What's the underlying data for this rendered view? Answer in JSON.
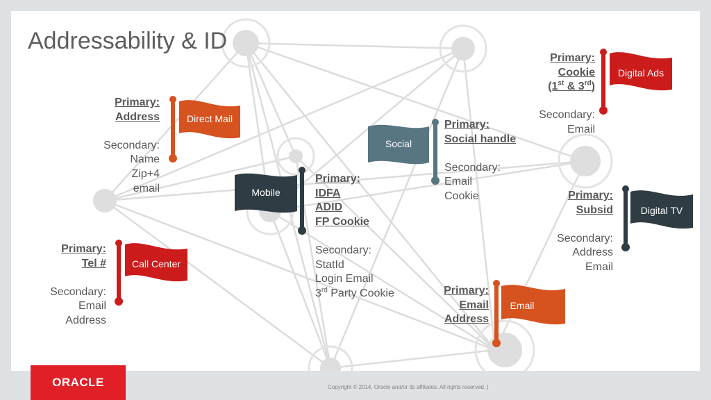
{
  "slide": {
    "title": "Addressability & ID"
  },
  "flags": {
    "direct_mail": {
      "label": "Direct Mail",
      "color": "#d6521e"
    },
    "call_center": {
      "label": "Call Center",
      "color": "#cc1b1b"
    },
    "mobile": {
      "label": "Mobile",
      "color": "#2f3c44"
    },
    "social": {
      "label": "Social",
      "color": "#587582"
    },
    "digital_ads": {
      "label": "Digital Ads",
      "color": "#cc1b1b"
    },
    "digital_tv": {
      "label": "Digital TV",
      "color": "#2f3c44"
    },
    "email": {
      "label": "Email",
      "color": "#d6521e"
    }
  },
  "ids": {
    "direct_mail": {
      "primary": [
        "Primary:",
        "Address"
      ],
      "secondary": [
        "Secondary:",
        "Name",
        "Zip+4",
        "email"
      ]
    },
    "call_center": {
      "primary": [
        "Primary:",
        "Tel #"
      ],
      "secondary": [
        "Secondary:",
        "Email",
        "Address"
      ]
    },
    "mobile": {
      "primary": [
        "Primary:",
        "IDFA",
        "ADID",
        "FP Cookie"
      ],
      "secondary": [
        "Secondary:",
        "StatId",
        "Login Email",
        "3",
        "rd",
        " Party Cookie"
      ]
    },
    "social": {
      "primary": [
        "Primary:",
        "Social handle"
      ],
      "secondary": [
        "Secondary:",
        "Email",
        "Cookie"
      ]
    },
    "digital_ads": {
      "primary": [
        "Primary:",
        "Cookie",
        "(1",
        "st",
        " & 3",
        "rd",
        ")"
      ],
      "secondary": [
        "Secondary:",
        "Email"
      ]
    },
    "digital_tv": {
      "primary": [
        "Primary:",
        "Subsid"
      ],
      "secondary": [
        "Secondary:",
        "Address",
        "Email"
      ]
    },
    "email": {
      "primary": [
        "Primary: ",
        "Email ",
        "Address"
      ]
    }
  },
  "footer": {
    "logo": "ORACLE",
    "copyright": "Copyright © 2014, Oracle and/or its affiliates. All rights reserved.  |"
  }
}
